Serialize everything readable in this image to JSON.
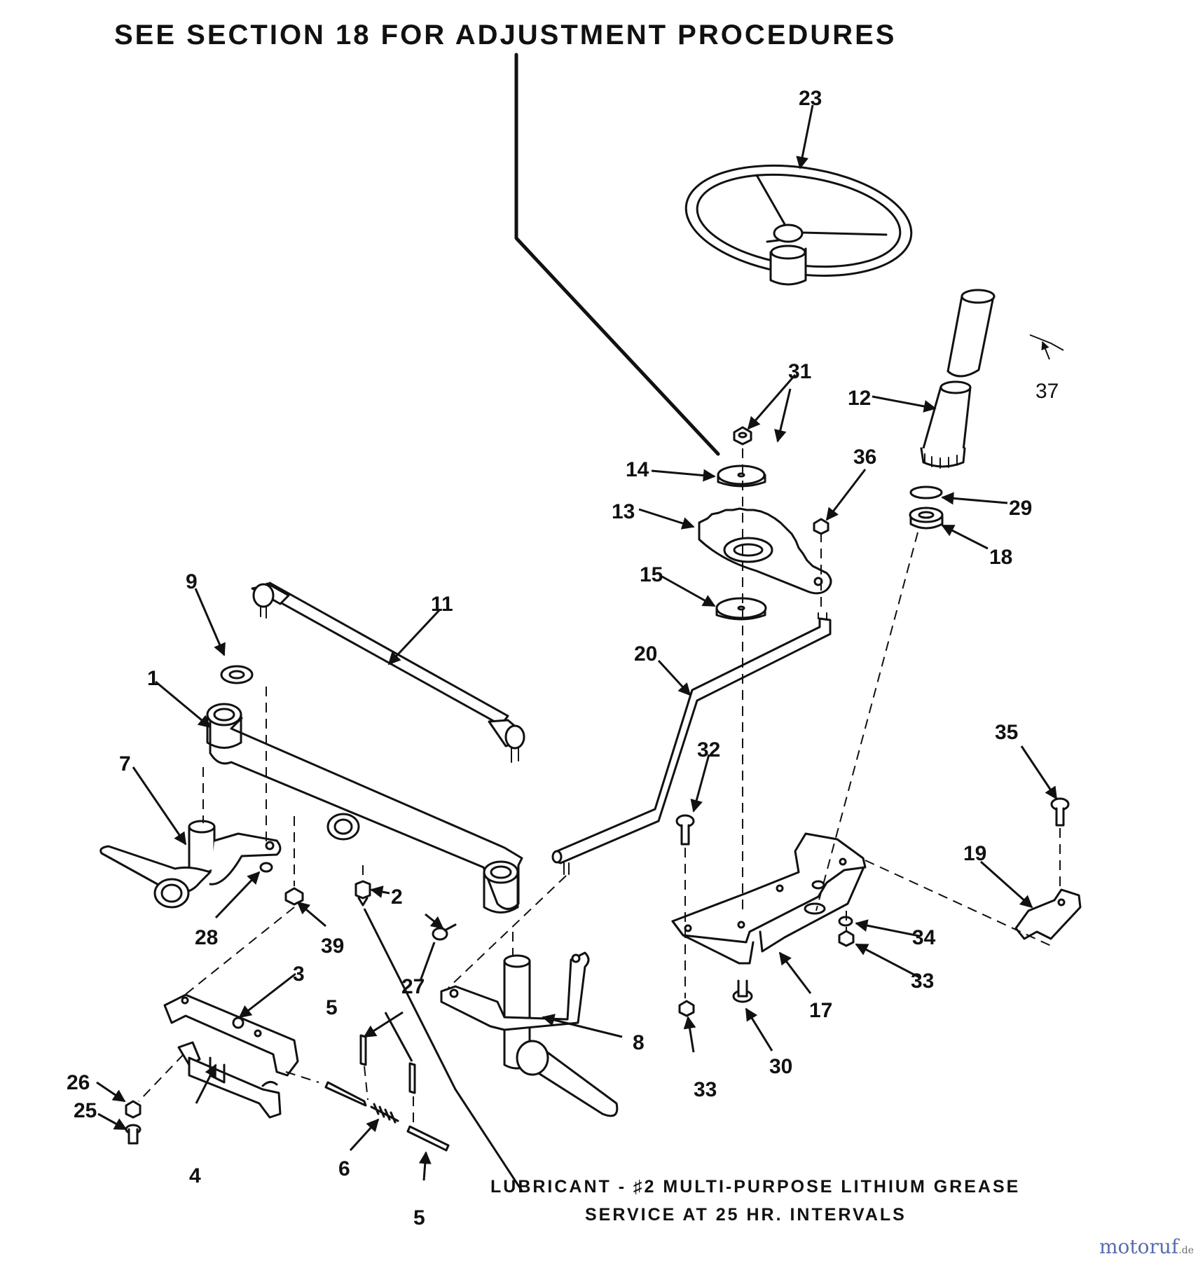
{
  "header_note": "SEE SECTION 18 FOR ADJUSTMENT PROCEDURES",
  "lubricant_note": {
    "line1": "LUBRICANT - ♯2  MULTI-PURPOSE LITHIUM GREASE",
    "line2": "SERVICE AT 25 HR. INTERVALS"
  },
  "callouts": {
    "c1": "1",
    "c2": "2",
    "c3": "3",
    "c4": "4",
    "c5a": "5",
    "c5b": "5",
    "c6": "6",
    "c7": "7",
    "c8": "8",
    "c9": "9",
    "c11": "11",
    "c12": "12",
    "c13": "13",
    "c14": "14",
    "c15": "15",
    "c17": "17",
    "c18": "18",
    "c19": "19",
    "c20": "20",
    "c23": "23",
    "c25": "25",
    "c26": "26",
    "c27": "27",
    "c28": "28",
    "c29": "29",
    "c30": "30",
    "c31": "31",
    "c32": "32",
    "c33a": "33",
    "c33b": "33",
    "c34": "34",
    "c35": "35",
    "c36": "36",
    "c37": "37",
    "c39": "39"
  },
  "watermark": {
    "brand": "motoruf",
    "tld": ".de"
  }
}
